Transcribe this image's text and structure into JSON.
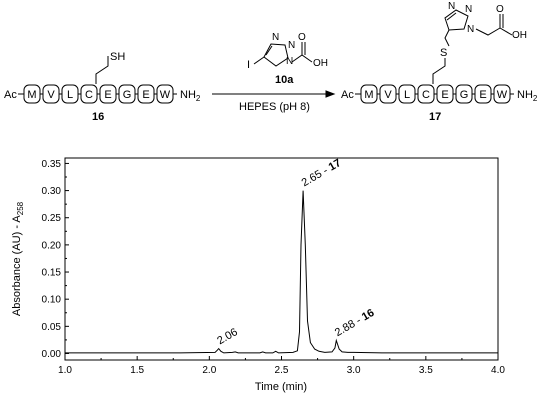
{
  "scheme": {
    "acetyl": "Ac",
    "amide": "NH",
    "amide_sub": "2",
    "residues": [
      "M",
      "V",
      "L",
      "C",
      "E",
      "G",
      "E",
      "W"
    ],
    "thiol": "SH",
    "thioether": "S",
    "reagent": {
      "label": "10a",
      "conditions": "HEPES (pH 8)",
      "iodo": "I",
      "triazole_n": "N",
      "carboxyl_o": "O",
      "carboxyl_oh": "OH"
    },
    "start_compound": "16",
    "product_compound": "17"
  },
  "chart_data": {
    "type": "line",
    "xlabel": "Time (min)",
    "ylabel_main": "Absorbance (AU) - A",
    "ylabel_sub": "258",
    "xlim": [
      1.0,
      4.0
    ],
    "ylim": [
      -0.012,
      0.36
    ],
    "xticks": [
      "1.0",
      "1.5",
      "2.0",
      "2.5",
      "3.0",
      "3.5",
      "4.0"
    ],
    "yticks": [
      "0.00",
      "0.05",
      "0.10",
      "0.15",
      "0.20",
      "0.25",
      "0.30",
      "0.35"
    ],
    "grid": false,
    "series": [
      {
        "color": "#000000",
        "x": [
          1.0,
          1.8,
          2.04,
          2.055,
          2.065,
          2.08,
          2.1,
          2.16,
          2.18,
          2.2,
          2.35,
          2.37,
          2.39,
          2.44,
          2.46,
          2.48,
          2.58,
          2.61,
          2.625,
          2.635,
          2.65,
          2.665,
          2.68,
          2.7,
          2.73,
          2.76,
          2.8,
          2.85,
          2.87,
          2.88,
          2.9,
          2.92,
          2.96,
          3.0,
          3.2,
          4.0
        ],
        "y": [
          0.001,
          0.001,
          0.002,
          0.006,
          0.009,
          0.004,
          0.001,
          0.002,
          0.003,
          0.001,
          0.001,
          0.003,
          0.001,
          0.001,
          0.004,
          0.001,
          0.002,
          0.005,
          0.04,
          0.2,
          0.3,
          0.2,
          0.06,
          0.02,
          0.008,
          0.004,
          0.002,
          0.003,
          0.01,
          0.024,
          0.008,
          0.003,
          0.002,
          0.002,
          0.001,
          0.001
        ]
      }
    ],
    "annotations": [
      {
        "x": 2.065,
        "y": 0.009,
        "time": "2.06",
        "compound": ""
      },
      {
        "x": 2.65,
        "y": 0.3,
        "time": "2.65 - ",
        "compound": "17"
      },
      {
        "x": 2.88,
        "y": 0.024,
        "time": "2.88 - ",
        "compound": "16"
      }
    ]
  }
}
